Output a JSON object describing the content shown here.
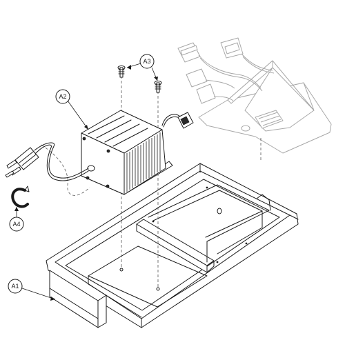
{
  "callouts": {
    "a1": "A1",
    "a2": "A2",
    "a3": "A3",
    "a4": "A4"
  },
  "colors": {
    "line": "#1a1a1a",
    "ghost": "#a8a8a8"
  }
}
